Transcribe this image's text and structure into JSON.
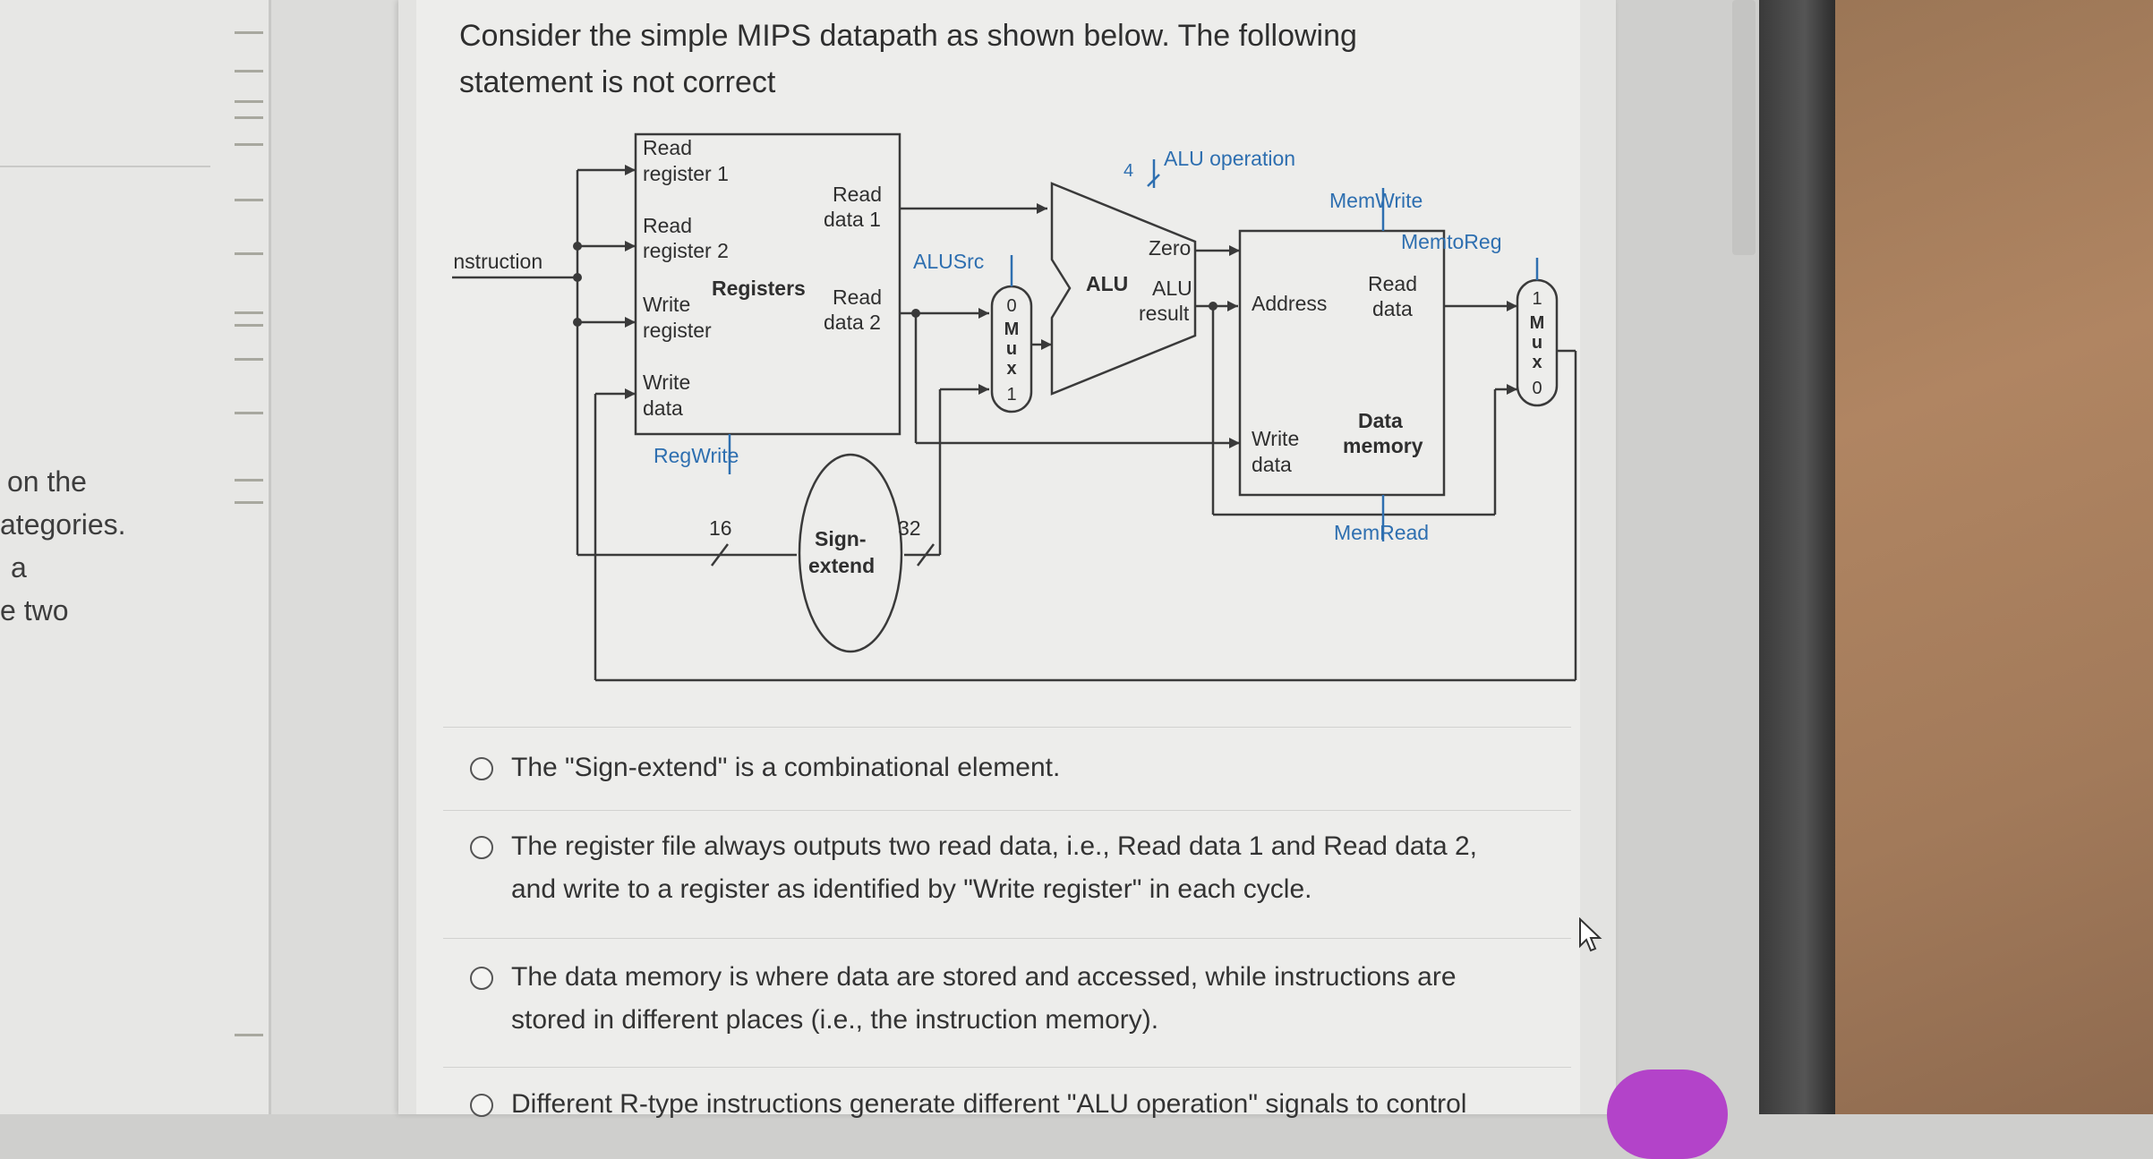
{
  "left_fragments": [
    "on the",
    "ategories.",
    "a",
    "e two"
  ],
  "question": "Consider the simple MIPS datapath as shown below. The following statement is not correct",
  "diagram": {
    "read_register_1": [
      "Read",
      "register 1"
    ],
    "read_register_2": [
      "Read",
      "register 2"
    ],
    "write_register": [
      "Write",
      "register"
    ],
    "write_data_reg": [
      "Write",
      "data"
    ],
    "registers": "Registers",
    "read_data_1": [
      "Read",
      "data 1"
    ],
    "read_data_2": [
      "Read",
      "data 2"
    ],
    "instruction": "Instruction",
    "regwrite": "RegWrite",
    "alusrc": "ALUSrc",
    "alu_operation": "ALU operation",
    "alu_op_width": "4",
    "alu": "ALU",
    "zero": "Zero",
    "alu_result": [
      "ALU",
      "result"
    ],
    "memwrite": "MemWrite",
    "memtoreg": "MemtoReg",
    "memread": "MemRead",
    "address": "Address",
    "read_data_mem": [
      "Read",
      "data"
    ],
    "write_data_mem": [
      "Write",
      "data"
    ],
    "data_memory": [
      "Data",
      "memory"
    ],
    "sign_extend": [
      "Sign-",
      "extend"
    ],
    "bits_16": "16",
    "bits_32": "32",
    "mux1": [
      "0",
      "M",
      "u",
      "x",
      "1"
    ],
    "mux2": [
      "1",
      "M",
      "u",
      "x",
      "0"
    ]
  },
  "choices": [
    [
      "The \"Sign-extend\" is a combinational element."
    ],
    [
      "The register file always outputs two read data, i.e., Read data 1 and Read data 2,",
      "and write to a register as identified by \"Write register\" in each cycle."
    ],
    [
      "The data memory is where data are stored and accessed, while instructions are",
      "stored in different places (i.e., the instruction memory)."
    ],
    [
      "Different R-type instructions generate different \"ALU operation\" signals to control"
    ]
  ],
  "colors": {
    "diagram_line": "#3a3a3a",
    "control_label": "#2e6fb0",
    "text": "#2f2f2f"
  }
}
